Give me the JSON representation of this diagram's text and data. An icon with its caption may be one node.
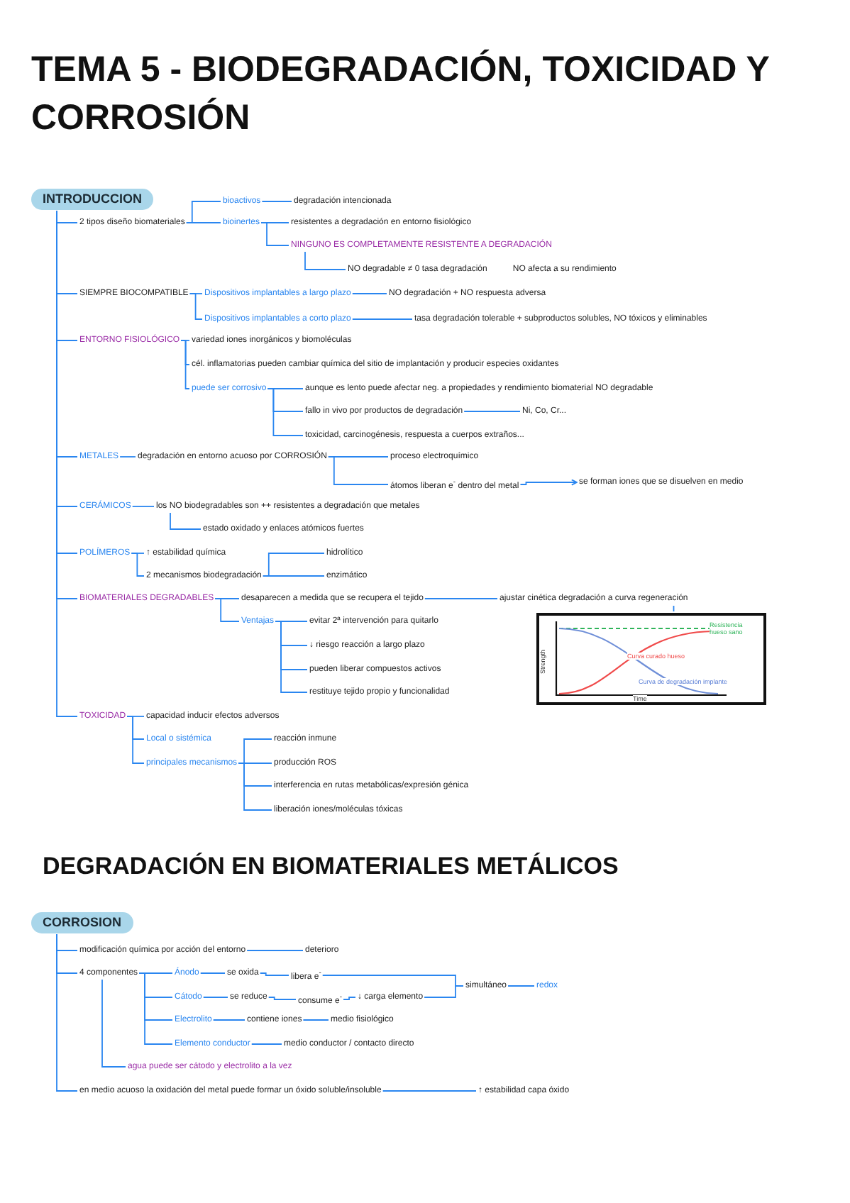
{
  "diagram": {
    "title": "TEMA 5 - BIODEGRADACIÓN, TOXICIDAD Y CORROSIÓN",
    "nodes": [
      {
        "text": [
          "INTRODUCCION"
        ]
      },
      {
        "text": [
          "2 tipos diseño biomateriales"
        ]
      },
      {
        "text": [
          "bioactivos"
        ]
      },
      {
        "text": [
          "degradación intencionada"
        ]
      },
      {
        "text": [
          "bioinertes"
        ]
      },
      {
        "text": [
          "resistentes a degradación en entorno fisiológico"
        ]
      },
      {
        "text": [
          "NINGUNO ES COMPLETAMENTE RESISTENTE A DEGRADACIÓN"
        ]
      },
      {
        "text": [
          "NO degradable ≠ 0 tasa degradación",
          "NO afecta a su rendimiento"
        ]
      },
      {
        "text": [
          "SIEMPRE BIOCOMPATIBLE"
        ]
      },
      {
        "text": [
          "Dispositivos implantables a largo plazo"
        ]
      },
      {
        "text": [
          "NO degradación + NO respuesta adversa"
        ]
      },
      {
        "text": [
          "Dispositivos implantables a corto plazo"
        ]
      },
      {
        "text": [
          "tasa degradación tolerable + subproductos solubles, NO tóxicos y eliminables"
        ]
      },
      {
        "text": [
          "ENTORNO FISIOLÓGICO"
        ]
      },
      {
        "text": [
          "variedad iones inorgánicos y biomoléculas"
        ]
      },
      {
        "text": [
          "cél. inflamatorias pueden cambiar química del sitio de implantación y producir especies oxidantes"
        ]
      },
      {
        "text": [
          "puede ser corrosivo"
        ]
      },
      {
        "text": [
          "aunque es lento puede afectar neg. a propiedades y rendimiento biomaterial NO degradable"
        ]
      },
      {
        "text": [
          "fallo in vivo por productos de degradación"
        ]
      },
      {
        "text": [
          "Ni, Co, Cr..."
        ]
      },
      {
        "text": [
          "toxicidad, carcinogénesis, respuesta a cuerpos extraños..."
        ]
      },
      {
        "text": [
          "METALES"
        ]
      },
      {
        "text": [
          "degradación en entorno acuoso por CORROSIÓN"
        ]
      },
      {
        "text": [
          "proceso electroquímico"
        ]
      },
      {
        "text": [
          "átomos liberan e$^{-}$ dentro del metal"
        ]
      },
      {
        "text": [
          "se forman iones que se disuelven en medio"
        ]
      },
      {
        "text": [
          "CERÁMICOS"
        ]
      },
      {
        "text": [
          "los NO biodegradables son ++ resistentes a degradación que metales"
        ]
      },
      {
        "text": [
          "estado oxidado y enlaces atómicos fuertes"
        ]
      },
      {
        "text": [
          "POLÍMEROS"
        ]
      },
      {
        "text": [
          "↑ estabilidad química"
        ]
      },
      {
        "text": [
          "2 mecanismos biodegradación"
        ]
      },
      {
        "text": [
          "hidrolítico"
        ]
      },
      {
        "text": [
          "enzimático"
        ]
      },
      {
        "text": [
          "BIOMATERIALES DEGRADABLES"
        ]
      },
      {
        "text": [
          "desaparecen a medida que se recupera el tejido"
        ]
      },
      {
        "text": [
          "ajustar cinética degradación a curva regeneración"
        ]
      },
      {
        "text": [
          "Resistencia hueso sano",
          "Curva curado hueso",
          "Curva de degradación implante",
          "Strength",
          "Time"
        ]
      },
      {
        "text": [
          "Ventajas"
        ]
      },
      {
        "text": [
          "evitar 2ª intervención para quitarlo"
        ]
      },
      {
        "text": [
          "↓ riesgo reacción a largo plazo"
        ]
      },
      {
        "text": [
          "pueden liberar compuestos activos"
        ]
      },
      {
        "text": [
          "restituye tejido propio y funcionalidad"
        ]
      },
      {
        "text": [
          "TOXICIDAD"
        ]
      },
      {
        "text": [
          "capacidad inducir efectos adversos"
        ]
      },
      {
        "text": [
          "Local o sistémica"
        ]
      },
      {
        "text": [
          "principales mecanismos"
        ]
      },
      {
        "text": [
          "reacción inmune"
        ]
      },
      {
        "text": [
          "producción ROS"
        ]
      },
      {
        "text": [
          "interferencia en rutas metabólicas/expresión génica"
        ]
      },
      {
        "text": [
          "liberación iones/moléculas tóxicas"
        ]
      },
      {
        "text": [
          "CORROSION"
        ]
      },
      {
        "text": [
          "modificación química por acción del entorno"
        ]
      },
      {
        "text": [
          "deterioro"
        ]
      },
      {
        "text": [
          "4 componentes"
        ]
      },
      {
        "text": [
          "Ánodo"
        ]
      },
      {
        "text": [
          "se oxida"
        ]
      },
      {
        "text": [
          "libera e$^{-}$"
        ]
      },
      {
        "text": [
          "Cátodo"
        ]
      },
      {
        "text": [
          "se reduce"
        ]
      },
      {
        "text": [
          "consume e$^{-}$"
        ]
      },
      {
        "text": [
          "↓ carga elemento"
        ]
      },
      {
        "text": [
          "simultáneo"
        ]
      },
      {
        "text": [
          "redox"
        ]
      },
      {
        "text": [
          "Electrolito"
        ]
      },
      {
        "text": [
          "contiene iones"
        ]
      },
      {
        "text": [
          "medio fisiológico"
        ]
      },
      {
        "text": [
          "Elemento conductor"
        ]
      },
      {
        "text": [
          "medio conductor / contacto directo"
        ]
      },
      {
        "text": [
          "agua puede ser cátodo y electrolito a la vez"
        ]
      },
      {
        "text": [
          "en medio acuoso la oxidación del metal puede formar un óxido soluble/insoluble"
        ]
      },
      {
        "text": [
          "↑ estabilidad capa óxido"
        ]
      }
    ],
    "edges": [
      {
        "from": 0,
        "to": 1,
        "arrow": "none"
      },
      {
        "from": 1,
        "to": 2,
        "arrow": "none"
      },
      {
        "from": 2,
        "to": 3,
        "arrow": "none"
      },
      {
        "from": 1,
        "to": 4,
        "arrow": "none"
      },
      {
        "from": 4,
        "to": 5,
        "arrow": "none"
      },
      {
        "from": 4,
        "to": 6,
        "arrow": "none"
      },
      {
        "from": 6,
        "to": 7,
        "arrow": "none"
      },
      {
        "from": 0,
        "to": 8,
        "arrow": "none"
      },
      {
        "from": 8,
        "to": 9,
        "arrow": "none"
      },
      {
        "from": 9,
        "to": 10,
        "arrow": "none"
      },
      {
        "from": 8,
        "to": 11,
        "arrow": "none"
      },
      {
        "from": 11,
        "to": 12,
        "arrow": "none"
      },
      {
        "from": 0,
        "to": 13,
        "arrow": "none"
      },
      {
        "from": 13,
        "to": 14,
        "arrow": "none"
      },
      {
        "from": 13,
        "to": 15,
        "arrow": "none"
      },
      {
        "from": 13,
        "to": 16,
        "arrow": "none"
      },
      {
        "from": 16,
        "to": 17,
        "arrow": "none"
      },
      {
        "from": 16,
        "to": 18,
        "arrow": "none"
      },
      {
        "from": 18,
        "to": 19,
        "arrow": "none"
      },
      {
        "from": 16,
        "to": 20,
        "arrow": "none"
      },
      {
        "from": 0,
        "to": 21,
        "arrow": "none"
      },
      {
        "from": 21,
        "to": 22,
        "arrow": "none"
      },
      {
        "from": 22,
        "to": 23,
        "arrow": "none"
      },
      {
        "from": 22,
        "to": 24,
        "arrow": "none"
      },
      {
        "from": 24,
        "to": 25,
        "arrow": "to"
      },
      {
        "from": 0,
        "to": 26,
        "arrow": "none"
      },
      {
        "from": 26,
        "to": 27,
        "arrow": "none"
      },
      {
        "from": 27,
        "to": 28,
        "arrow": "none"
      },
      {
        "from": 0,
        "to": 29,
        "arrow": "none"
      },
      {
        "from": 29,
        "to": 30,
        "arrow": "none"
      },
      {
        "from": 29,
        "to": 31,
        "arrow": "none"
      },
      {
        "from": 31,
        "to": 32,
        "arrow": "none"
      },
      {
        "from": 31,
        "to": 33,
        "arrow": "none"
      },
      {
        "from": 0,
        "to": 34,
        "arrow": "none"
      },
      {
        "from": 34,
        "to": 35,
        "arrow": "none"
      },
      {
        "from": 35,
        "to": 36,
        "arrow": "none"
      },
      {
        "from": 36,
        "to": 37,
        "arrow": "none"
      },
      {
        "from": 34,
        "to": 38,
        "arrow": "none"
      },
      {
        "from": 38,
        "to": 39,
        "arrow": "none"
      },
      {
        "from": 38,
        "to": 40,
        "arrow": "none"
      },
      {
        "from": 38,
        "to": 41,
        "arrow": "none"
      },
      {
        "from": 38,
        "to": 42,
        "arrow": "none"
      },
      {
        "from": 0,
        "to": 43,
        "arrow": "none"
      },
      {
        "from": 43,
        "to": 44,
        "arrow": "none"
      },
      {
        "from": 43,
        "to": 45,
        "arrow": "none"
      },
      {
        "from": 43,
        "to": 46,
        "arrow": "none"
      },
      {
        "from": 46,
        "to": 47,
        "arrow": "none"
      },
      {
        "from": 46,
        "to": 48,
        "arrow": "none"
      },
      {
        "from": 46,
        "to": 49,
        "arrow": "none"
      },
      {
        "from": 46,
        "to": 50,
        "arrow": "none"
      },
      {
        "from": 51,
        "to": 52,
        "arrow": "none"
      },
      {
        "from": 52,
        "to": 53,
        "arrow": "none"
      },
      {
        "from": 51,
        "to": 54,
        "arrow": "none"
      },
      {
        "from": 54,
        "to": 55,
        "arrow": "none"
      },
      {
        "from": 55,
        "to": 56,
        "arrow": "none"
      },
      {
        "from": 56,
        "to": 57,
        "arrow": "none"
      },
      {
        "from": 54,
        "to": 58,
        "arrow": "none"
      },
      {
        "from": 58,
        "to": 59,
        "arrow": "none"
      },
      {
        "from": 59,
        "to": 60,
        "arrow": "none"
      },
      {
        "from": 60,
        "to": 61,
        "arrow": "none"
      },
      {
        "from": 57,
        "to": 62,
        "arrow": "none"
      },
      {
        "from": 61,
        "to": 62,
        "arrow": "none"
      },
      {
        "from": 62,
        "to": 63,
        "arrow": "none"
      },
      {
        "from": 54,
        "to": 64,
        "arrow": "none"
      },
      {
        "from": 64,
        "to": 65,
        "arrow": "none"
      },
      {
        "from": 65,
        "to": 66,
        "arrow": "none"
      },
      {
        "from": 54,
        "to": 67,
        "arrow": "none"
      },
      {
        "from": 67,
        "to": 68,
        "arrow": "none"
      },
      {
        "from": 54,
        "to": 69,
        "arrow": "none"
      },
      {
        "from": 51,
        "to": 70,
        "arrow": "none"
      },
      {
        "from": 70,
        "to": 71,
        "arrow": "none"
      }
    ],
    "labels": [
      "DEGRADACIÓN EN BIOMATERIALES METÁLICOS"
    ]
  }
}
